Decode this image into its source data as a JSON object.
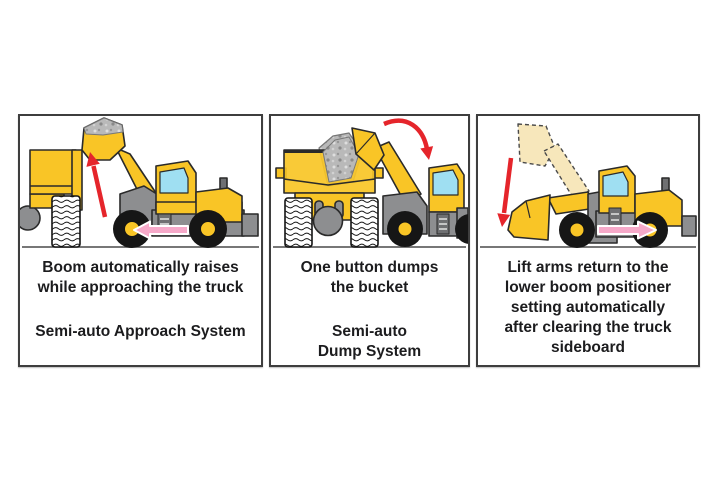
{
  "figure": {
    "panels": [
      {
        "id": "approach",
        "description": "Boom automatically raises\nwhile approaching the truck",
        "system": "Semi-auto Approach System",
        "illustration": "wheel-loader-raising-bucket-toward-truck",
        "arrows": [
          "red-up-arrow",
          "pink-left-arrow"
        ]
      },
      {
        "id": "dump",
        "description": "One button dumps\nthe bucket",
        "system": "Semi-auto\nDump System",
        "illustration": "bucket-dumping-into-truck",
        "arrows": [
          "red-curve-arrow"
        ]
      },
      {
        "id": "return",
        "description": "Lift arms return to the\nlower boom positioner\nsetting automatically\nafter clearing the truck\nsideboard",
        "system": "",
        "illustration": "lift-arms-lowered-ghost-boom",
        "arrows": [
          "red-down-arrow",
          "pink-right-arrow"
        ]
      }
    ],
    "colors": {
      "loader_yellow": "#f9c526",
      "cab_window_blue": "#9fdff2",
      "machine_gray": "#8d8e90",
      "arrow_red": "#e5252b",
      "arrow_pink": "#f6a9c9",
      "ghost_cream": "#f7e7bb",
      "panel_border": "#3e3e3e",
      "text": "#1c1c1e"
    }
  }
}
